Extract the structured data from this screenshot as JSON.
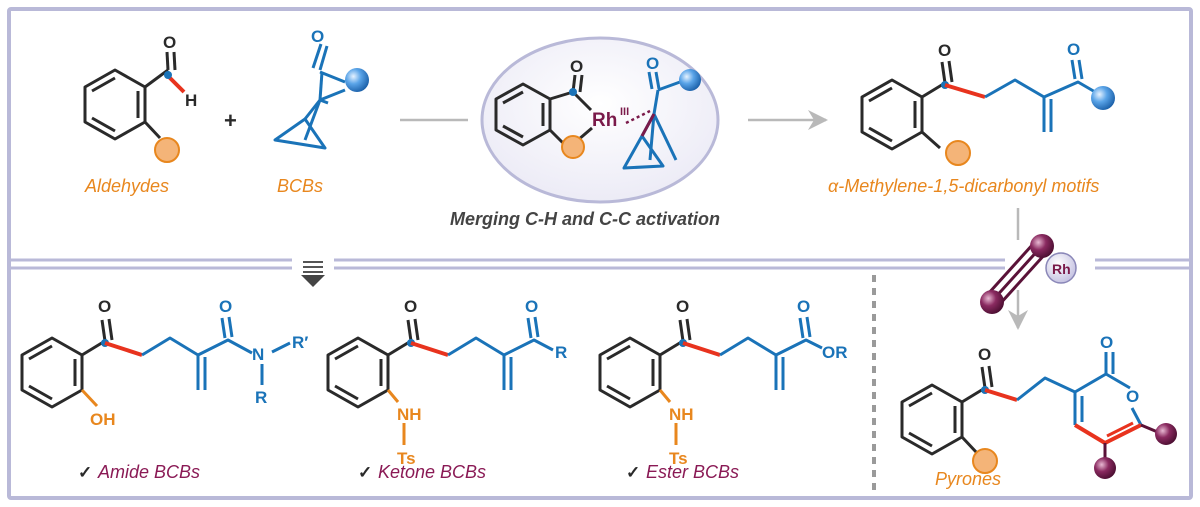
{
  "labels": {
    "aldehydes": "Aldehydes",
    "bcbs": "BCBs",
    "products": "α-Methylene-1,5-dicarbonyl motifs",
    "strategy": "Merging C-H and C-C activation",
    "pyrones": "Pyrones",
    "plus": "+"
  },
  "catalyst": {
    "metal": "Rh",
    "oxidation_state": "III",
    "alkyne_catalyst": "Rh"
  },
  "atoms": {
    "O": "O",
    "H": "H",
    "N": "N",
    "R": "R",
    "R_prime": "R′",
    "OH": "OH",
    "NH": "NH",
    "Ts": "Ts",
    "OR": "OR"
  },
  "scope": [
    {
      "check": "✓",
      "label": "Amide BCBs"
    },
    {
      "check": "✓",
      "label": "Ketone BCBs"
    },
    {
      "check": "✓",
      "label": "Ester BCBs"
    }
  ],
  "colors": {
    "frame": "#b9b9d8",
    "blue": "#1a73b8",
    "orange": "#e8871e",
    "red": "#e8331e",
    "purple": "#8a1a55",
    "dark": "#2a2a2a"
  }
}
